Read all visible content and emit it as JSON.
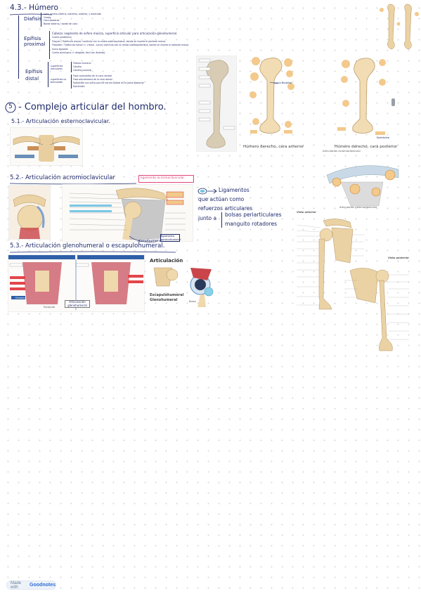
{
  "notes": {
    "section_43": {
      "title": "4.3.- Húmero",
      "diafisis_label": "Diafisis",
      "diafisis_points": [
        "Cara, antero-interna, extremo, anterior, y anterolat",
        "Cresta",
        "Cara posterior",
        "Borde externo / borde de cara"
      ],
      "epifisis_proximal_label": "Epífisis proximal",
      "epifisis_proximal_points": [
        "Cabeza: segmento de esfera maciza, superficie articular para articulación glenohumeral.",
        "Cuello anatómico",
        "Troquín / Tubérculo mayor: continúa con la cresta subtroquiniana, donde se inserta el pectoral menor.",
        "Troquíter / Tubérculo menor (= cresta - surco) continúa con la cresta subtroquiteriana, donde se inserta el redondo mayor.",
        "Surco bicipital",
        "Cuello quirúrgico (+ delgado, fácil con distinto)."
      ],
      "epifisis_distal_label": "Epífisis distal",
      "epifisis_distal_superficies_articulares": "superficies articulares",
      "epifisis_distal_points_a": [
        "Tróclea humeral",
        "Cóndilo",
        "Cóndilo humeral"
      ],
      "epifisis_distal_superficies_no_articulares": "superficies no articulares",
      "epifisis_distal_points_b": [
        "Fosa coronoidea de la cara ventral",
        "Fosa olecraneana de la cara dorsal",
        "Epitróclea con surco para el nervio cubital en la parte posterior",
        "Epicóndilo"
      ]
    },
    "section_5": {
      "number": "5",
      "title": "- Complejo articular del hombro."
    },
    "section_51": {
      "title": "5.1.- Articulación esternoclavicular."
    },
    "section_52": {
      "title": "5.2.- Articulación acromioclavicular",
      "tag_label": "ligamento acromioclavicular"
    },
    "section_53": {
      "title": "5.3.- Articulación glenohumeral o escapulohumeral."
    },
    "ligamentos_note": {
      "line1": "Ligamentos",
      "line2": "que actúan como",
      "line3": "refuerzos articulares",
      "line4_prefix": "junto a",
      "line4a": "bolsas periarticulares",
      "line4b": "manguito rotadores"
    }
  },
  "figures": {
    "humero_anterior_caption": "Húmero derecho, cara anterior",
    "humero_posterior_caption": "Húmero derecho, cara posterior",
    "surco_bicipital_label": "surco bicipital",
    "epitroclea_label": "Epitróclea",
    "articulacion_label": "Articulación",
    "escapulohumeral_label": "Escapulohumeral",
    "glenohumeral_label": "Glenohumeral",
    "glenohumeral_fig_label": "Articulación glenohumeral",
    "humero_label": "Húmero",
    "escapula_label": "Escápula",
    "bolsa_label": "Bolsa",
    "glenohumeral_lig_label": "glenohumeral",
    "ligamento_coracohumeral_label": "ligamento coracohumeral",
    "vista_anterior_label": "Vista anterior",
    "vista_posterior_label": "Vista posterior",
    "articulacion_acromioclavicular_label": "Articulación acromioclavicular",
    "articulacion_esternoclavicular_label": "Articulación esternoclavicular"
  },
  "badge": {
    "made_with": "Made with",
    "brand": "Goodnotes"
  },
  "colors": {
    "ink": "#1f2a6b",
    "bone": "#f1dcb4",
    "bone_shade": "#d9b98a",
    "muscle": "#c9454a",
    "tag_pink": "#e0457b",
    "callout_orange": "#f3c98c"
  }
}
